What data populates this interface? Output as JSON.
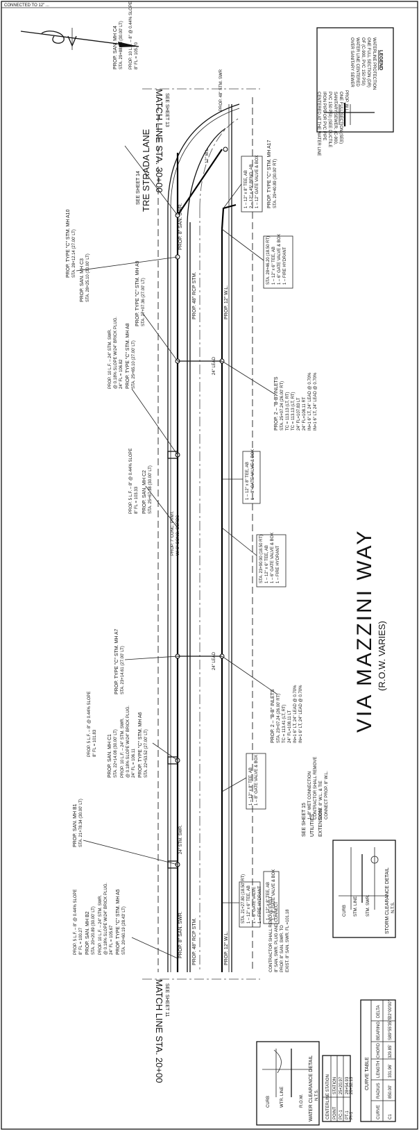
{
  "street": {
    "name": "VIA MAZZINI WAY",
    "row": "(R.O.W. VARIES)"
  },
  "match_lines": {
    "top": {
      "label": "MATCH LINE STA. 30+00",
      "sheet": "SEE SHEET 13"
    },
    "bottom": {
      "label": "MATCH LINE STA. 20+00",
      "sheet": "SEE SHEET 11"
    }
  },
  "cross_street": {
    "name": "TRE STRADA LANE",
    "sheet": "SEE SHEET 14"
  },
  "utilities_ext": {
    "sheet": "SEE SHEET 15",
    "l1": "UTILITIES",
    "l2": "EXTENSION"
  },
  "legend": {
    "title": "LEGEND",
    "lines": [
      "WATERLINE PROTECTION",
      "ONE FULL SECTION (DR)",
      "OF (C-900, PVC 150 PSI)",
      "WATER LINE CENTERED",
      "OVER SANITARY SEWER",
      "PROP. W.L.",
      "ONE FULL SECTION (SEE)",
      "SANITARY SEWER, (C-900,",
      "PVC 150 PSI) (SEE DUCTILE",
      "IRON PIPE OR PVC PIPE",
      "CENTERED AT THE WATER LINE"
    ]
  },
  "callouts": {
    "mh_c4": [
      "PROP. SAN. MH C4",
      "STA. 29+88.56 (30.00' LT)"
    ],
    "pipe_c4": [
      "PROP. 10 L.F. – 8\" @ 0.44% SLOPE",
      "8\" FL = 105.70"
    ],
    "stm_a10": [
      "PROP. TYPE \"C\" STM. MH A10",
      "STA. 28+12.14 (27.00' LT)"
    ],
    "mh_c3": [
      "PROP. SAN. MH C3",
      "STA. 28+25.10 (30.00' LT)"
    ],
    "stm_a9": [
      "PROP. TYPE \"C\" STM. MH A9",
      "STA. 27+07.36 (27.00' LT)"
    ],
    "stm_pipe_a8": [
      "PROP. 10 L.F. – 24\" STM. SWR.",
      "@ 0.18% SLOPE W/24\" BRICK PLUG.",
      "24\" FL = 106.82"
    ],
    "stm_a8": [
      "PROP. TYPE \"C\" STM. MH A8",
      "STA. 25+65.10 (27.00' LT)"
    ],
    "pipe_c2": [
      "PROP. 5 L.F. – 8\" @ 0.44% SLOPE",
      "8\" FL = 103.33"
    ],
    "mh_c2": [
      "PROP. SAN. MH C2",
      "STA. 25+67.38 (30.00' LT)"
    ],
    "curbs": [
      "PROP. 7' CONC. PVMT.",
      "W/ 6\" CONC. CURBS"
    ],
    "stm_a7": [
      "PROP. TYPE \"C\" STM. MH A7",
      "STA. 23+14.61 (27.00' LT)"
    ],
    "pipe_c1": [
      "PROP. 5 L.F. – 8\" @ 0.44% SLOPE",
      "8\" FL = 101.83"
    ],
    "mh_c1": [
      "PROP. SAN. MH C1",
      "STA. 22+14.08 (30.00' LT)"
    ],
    "stm_pipe_a6": [
      "PROP. 10 L.F. – 24\" STM. SWR.",
      "@ 0.18% SLOPE W/24\" BRICK PLUG.",
      "24\" FL = 106.11"
    ],
    "stm_a6": [
      "PROP. TYPE \"C\" STM. MH A6",
      "STA. 22+53.52 (27.00' LT)"
    ],
    "mh_b1": [
      "PROP. SAN. MH B1",
      "STA. 21+78.34 (30.00' LT)"
    ],
    "pipe_b2": [
      "PROP. 5 L.F. – 8\" @ 0.44% SLOPE",
      "8\" FL = 100.27"
    ],
    "mh_b2": [
      "PROP. SAN. MH B2",
      "STA. 20+20.89 (30.00' LT)"
    ],
    "stm_pipe_a5": [
      "PROP. 10 L.F. – 24\" STM. SWR.",
      "@ 0.18% SLOPE W/24\" BRICK PLUG.",
      "24\" FL = 105.67"
    ],
    "stm_a5": [
      "PROP. TYPE \"C\" STM. MH A5",
      "STA. 20+60.19 (28.43' LT)"
    ],
    "fitting_a17": [
      "PROP. TYPE \"C\" STM. MH A17",
      "STA. 29+40.89 (30.00' RT)"
    ],
    "fitting_top": [
      "1 – 12\" x 8\" TEE, AB",
      "2 – 12\" x 45° BEND, AB",
      "1 – 12\" GATE VALVE & BOX"
    ],
    "hydrant_2846": [
      "STA. 28+46.20 (18.50 RT)",
      "1 – 12\" x 6\" TEE, AB",
      "1 – 6\" GATE VALVE & BOX",
      "1 – FIRE HYDRANT"
    ],
    "inlets_top": [
      "PROP. 2 – \"B-B\" INLETS",
      "STA. 25+07.24 (26.00' RT)",
      "TC = 113.13 (LT, RT)",
      "TC = 113.13 (LT, RT)",
      "24\" FL=107.83 LT",
      "24\" FL=108.11 RT",
      "IN=1 6\" LT, 24\" LEAD @ 0.70%",
      "IN=1 6\" LT, 24\" LEAD @ 0.70%"
    ],
    "tee_mid": [
      "1 – 12\" x 8\" TEE, AB",
      "1 – 8\" GATE VALVE & BOX"
    ],
    "hydrant_2390": [
      "STA. 23+90.90 (18.50 RT)",
      "1 – 12\" x 6\" TEE, AB",
      "1 – 6\" GATE VALVE & BOX",
      "1 – FIRE HYDRANT"
    ],
    "inlets_bottom": [
      "PROP. 2 – \"B-B\" INLETS",
      "STA. 23+07.24 (26.00' RT)",
      "TC = 113.41 (LT, RT)",
      "24\" FL=108.11 LT",
      "IN=1 6\" LT, 24\" LEAD @ 0.70%",
      "IN=1 6\" LT, 24\" LEAD @ 0.70%"
    ],
    "tee_low": [
      "1 – 12\" x 8\" TEE, AB",
      "1 – 8\" GATE VALVE & BOX"
    ],
    "wet_conn": [
      "1–8\" WET CONNECTION",
      "CONTRACTOR SHALL REMOVE",
      "EXIST. 8\" W.L. & TIE",
      "CONNECT PROP. 8\" W.L."
    ],
    "hydrant_2127": [
      "STA. 21+27.80 (18.50' RT)",
      "1 – 12\" x 6\" TEE, AB",
      "1 – 6\" GATE VALVE",
      "1 – FIRE HYDRANT"
    ],
    "tee_bot": [
      "1 – 12\" x 8\" TEE, AB",
      "1 – 8\" GATE VALVE & BOX"
    ],
    "remove": [
      "CONTRACTOR SHALL REMOVE EXIST.",
      "8\" SAN. SWR. PLUG AND CONNECT",
      "PROP. 8\" SAN. SWR. TO",
      "EXIST. 8\" SAN. SWR. FL =101.18"
    ]
  },
  "run_labels": {
    "san_top": "PROP. 8\" SAN. SWR.",
    "stm_top": "PROP. 48\" RCP STM.",
    "wl_top": "PROP. 12\" W.L.",
    "san_bot": "PROP. 8\" SAN. SWR.",
    "stm_bot": "PROP. 48\" RCP STM.",
    "wl_bot": "PROP. 12\" W.L.",
    "stm_swr_48": "PROP. 48\" STM. SWR",
    "wl_12_top": "12\" W.L.",
    "lead_top": "24\" LEAD",
    "lead_bot": "24\" LEAD",
    "stm_bot_lead": "24\" STM. SWR."
  },
  "details": {
    "storm": {
      "title": "STORM CLEARANCE DETAIL",
      "nts": "N.T.S.",
      "curb": "CURB",
      "stm_line": "STM. LINE",
      "san": "STM. SWR."
    },
    "water": {
      "title": "WATER CLEARANCE DETAIL",
      "nts": "N.T.S.",
      "curb": "CURB",
      "wl": "WTR. LINE",
      "row": "R.O.W."
    }
  },
  "centerline_table": {
    "title": "CENTERLINE STATION",
    "headers": [
      "POINT",
      "STATION"
    ],
    "rows": [
      [
        "PC-1",
        "25+20.97"
      ],
      [
        "PT-1",
        "28+54.93"
      ],
      [
        "PI-1",
        "26+32.13"
      ]
    ]
  },
  "curve_table": {
    "title": "CURVE TABLE",
    "headers": [
      "CURVE",
      "RADIUS",
      "LENGTH",
      "CHORD",
      "BEARING",
      "DELTA"
    ],
    "rows": [
      [
        "C1",
        "850.00'",
        "331.96'",
        "329.85'",
        "S89°55'35\"E",
        "22°00'00\""
      ]
    ]
  },
  "top_strip": "CONNECTED TO 12\" ..."
}
